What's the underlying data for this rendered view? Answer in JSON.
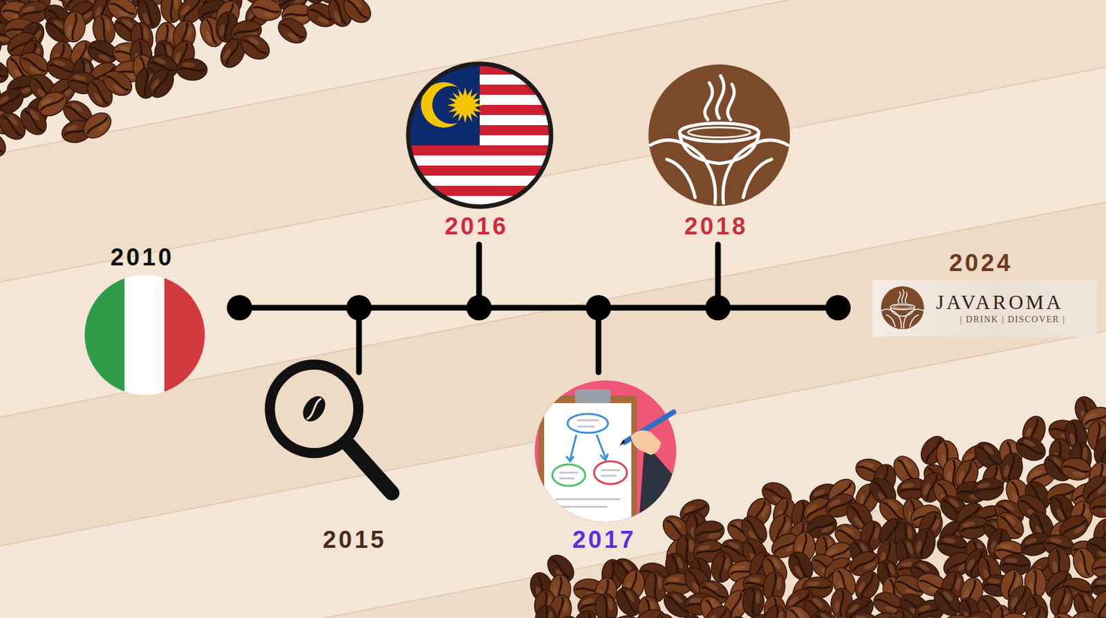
{
  "diagram": {
    "nodes": [
      {
        "text": [
          "2010"
        ]
      },
      {
        "text": [
          "2015"
        ]
      },
      {
        "text": [
          "2016"
        ]
      },
      {
        "text": [
          "2017"
        ]
      },
      {
        "text": [
          "2018"
        ]
      },
      {
        "text": [
          "2024"
        ]
      },
      {
        "text": [
          "JAVAROMA",
          "| DRINK | DISCOVER |"
        ],
        "in": 5
      }
    ]
  }
}
